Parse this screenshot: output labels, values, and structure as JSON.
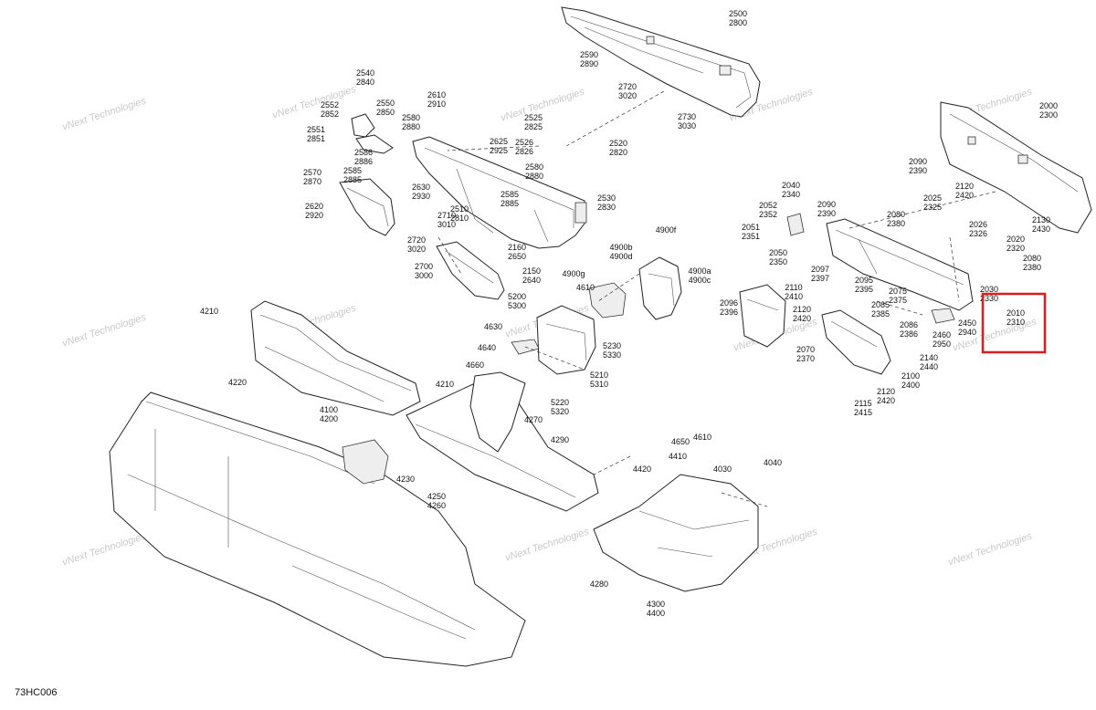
{
  "diagram_code": "73HC006",
  "watermark": "vNext Technologies",
  "highlight_color": "#e01b1b",
  "callouts": [
    [
      "2500",
      "2800"
    ],
    [
      "2590",
      "2890"
    ],
    [
      "2720",
      "3020"
    ],
    [
      "2730",
      "3030"
    ],
    [
      "2540",
      "2840"
    ],
    [
      "2552",
      "2852"
    ],
    [
      "2550",
      "2850"
    ],
    [
      "2551",
      "2851"
    ],
    [
      "2586",
      "2886"
    ],
    [
      "2585",
      "2885"
    ],
    [
      "2570",
      "2870"
    ],
    [
      "2620",
      "2920"
    ],
    [
      "2610",
      "2910"
    ],
    [
      "2580",
      "2880"
    ],
    [
      "2625",
      "2925"
    ],
    [
      "2630",
      "2930"
    ],
    [
      "2525",
      "2825"
    ],
    [
      "2526",
      "2826"
    ],
    [
      "2520",
      "2820"
    ],
    [
      "2580",
      "2880"
    ],
    [
      "2585",
      "2885"
    ],
    [
      "2530",
      "2830"
    ],
    [
      "2710",
      "3010"
    ],
    [
      "2510",
      "2810"
    ],
    [
      "2720",
      "3020"
    ],
    [
      "2700",
      "3000"
    ],
    [
      "2160",
      "2650"
    ],
    [
      "2150",
      "2640"
    ],
    [
      "4900b",
      "4900d"
    ],
    [
      "4900f"
    ],
    [
      "4900g"
    ],
    [
      "4900a",
      "4900c"
    ],
    [
      "4610"
    ],
    [
      "5200",
      "5300"
    ],
    [
      "4630"
    ],
    [
      "4640"
    ],
    [
      "4660"
    ],
    [
      "5230",
      "5330"
    ],
    [
      "5210",
      "5310"
    ],
    [
      "5220",
      "5320"
    ],
    [
      "4270"
    ],
    [
      "4210"
    ],
    [
      "4220"
    ],
    [
      "4210"
    ],
    [
      "4100",
      "4200"
    ],
    [
      "4290"
    ],
    [
      "4230"
    ],
    [
      "4250",
      "4260"
    ],
    [
      "4650"
    ],
    [
      "4610"
    ],
    [
      "4410"
    ],
    [
      "4030"
    ],
    [
      "4420"
    ],
    [
      "4040"
    ],
    [
      "4280"
    ],
    [
      "4300",
      "4400"
    ],
    [
      "2000",
      "2300"
    ],
    [
      "2090",
      "2390"
    ],
    [
      "2040",
      "2340"
    ],
    [
      "2052",
      "2352"
    ],
    [
      "2090",
      "2390"
    ],
    [
      "2080",
      "2380"
    ],
    [
      "2120",
      "2420"
    ],
    [
      "2025",
      "2325"
    ],
    [
      "2130",
      "2430"
    ],
    [
      "2026",
      "2326"
    ],
    [
      "2051",
      "2351"
    ],
    [
      "2050",
      "2350"
    ],
    [
      "2097",
      "2397"
    ],
    [
      "2095",
      "2395"
    ],
    [
      "2020",
      "2320"
    ],
    [
      "2080",
      "2380"
    ],
    [
      "2110",
      "2410"
    ],
    [
      "2075",
      "2375"
    ],
    [
      "2085",
      "2385"
    ],
    [
      "2030",
      "2330"
    ],
    [
      "2096",
      "2396"
    ],
    [
      "2120",
      "2420"
    ],
    [
      "2010",
      "2310"
    ],
    [
      "2450",
      "2940"
    ],
    [
      "2086",
      "2386"
    ],
    [
      "2460",
      "2950"
    ],
    [
      "2070",
      "2370"
    ],
    [
      "2140",
      "2440"
    ],
    [
      "2100",
      "2400"
    ],
    [
      "2115",
      "2415"
    ],
    [
      "2120",
      "2420"
    ]
  ]
}
